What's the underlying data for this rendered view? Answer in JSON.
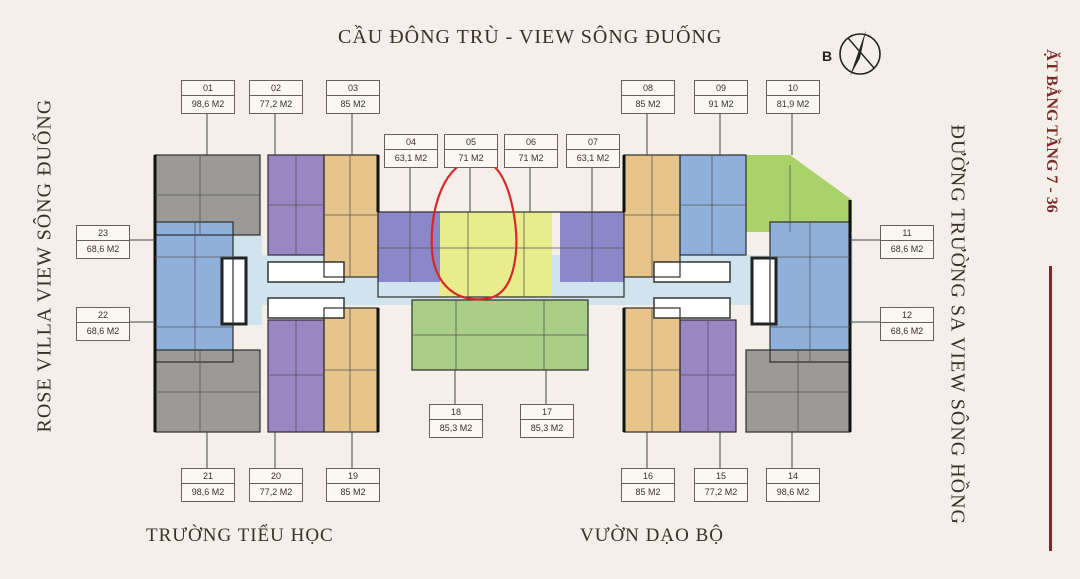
{
  "titles": {
    "top": "CẦU ĐÔNG TRÙ - VIEW SÔNG ĐUỐNG",
    "left": "ROSE VILLA VIEW SÔNG ĐUỐNG",
    "right": "ĐƯỜNG TRƯỜNG SA VIEW SÔNG HỒNG",
    "bottom_left": "TRƯỜNG TIỂU HỌC",
    "bottom_right": "VƯỜN DẠO BỘ",
    "side_banner": "ẶT BẰNG TẦNG 7 - 36",
    "compass_letter": "B"
  },
  "units": [
    {
      "id": "01",
      "area": "98,6 M2"
    },
    {
      "id": "02",
      "area": "77,2 M2"
    },
    {
      "id": "03",
      "area": "85 M2"
    },
    {
      "id": "04",
      "area": "63,1 M2"
    },
    {
      "id": "05",
      "area": "71 M2"
    },
    {
      "id": "06",
      "area": "71 M2"
    },
    {
      "id": "07",
      "area": "63,1 M2"
    },
    {
      "id": "08",
      "area": "85 M2"
    },
    {
      "id": "09",
      "area": "91 M2"
    },
    {
      "id": "10",
      "area": "81,9 M2"
    },
    {
      "id": "11",
      "area": "68,6 M2"
    },
    {
      "id": "12",
      "area": "68,6 M2"
    },
    {
      "id": "14",
      "area": "98,6 M2"
    },
    {
      "id": "15",
      "area": "77,2 M2"
    },
    {
      "id": "16",
      "area": "85 M2"
    },
    {
      "id": "17",
      "area": "85,3 M2"
    },
    {
      "id": "18",
      "area": "85,3 M2"
    },
    {
      "id": "19",
      "area": "85 M2"
    },
    {
      "id": "20",
      "area": "77,2 M2"
    },
    {
      "id": "21",
      "area": "98,6 M2"
    },
    {
      "id": "22",
      "area": "68,6 M2"
    },
    {
      "id": "23",
      "area": "68,6 M2"
    }
  ],
  "colors": {
    "gray": "#9b9a97",
    "purple": "#9b86c4",
    "tan": "#e6c48a",
    "blue": "#8fb0db",
    "periwinkle": "#8a88c8",
    "yellow": "#e9ec8a",
    "green": "#a9cf86",
    "corridor": "#cfe4ec",
    "highlight": "#d9262b",
    "banner": "#7a2a2a"
  }
}
